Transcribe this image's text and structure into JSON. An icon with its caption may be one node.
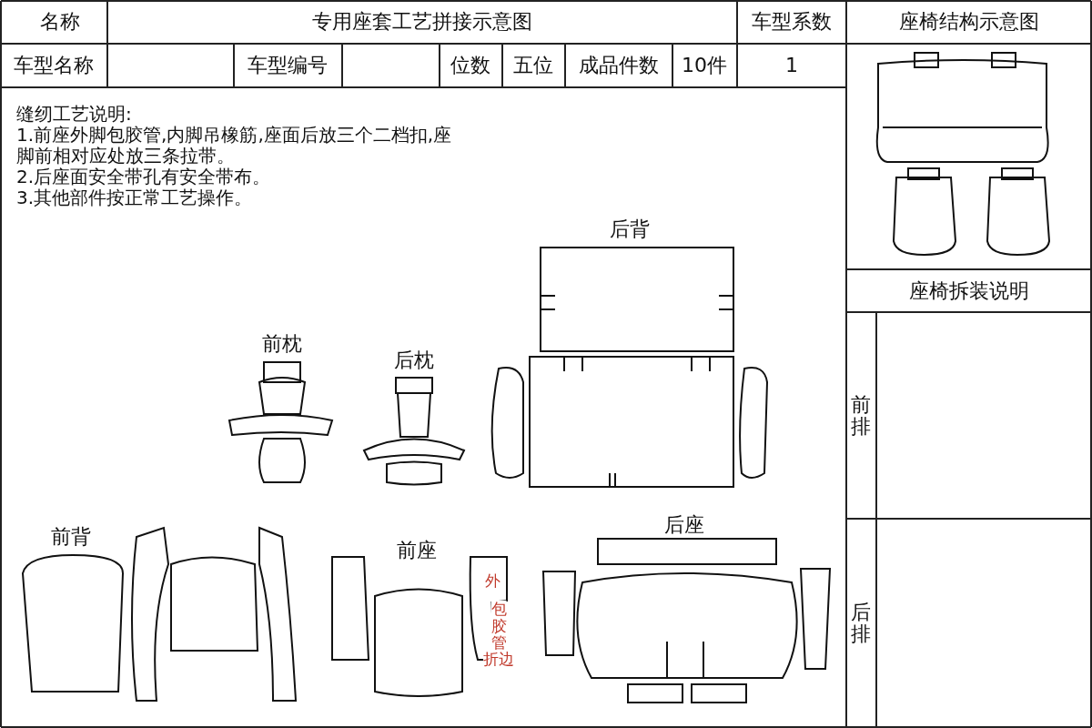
{
  "diagram": {
    "title": "专用座套工艺拼接示意图",
    "labels": [
      "名称",
      "车型系数",
      "座椅结构示意图",
      "车型名称",
      "车型编号",
      "位数",
      "五位",
      "成品件数",
      "10件",
      "1",
      "缝纫工艺说明:",
      "1.前座外脚包胶管,内脚吊橡筋,座面后放三个二档扣,座脚前相对应处放三条拉带。",
      "2.后座面安全带孔有安全带布。",
      "3.其他部件按正常工艺操作。",
      "后背",
      "座椅拆装说明",
      "前枕",
      "后枕",
      "前排",
      "前背",
      "后座",
      "前座",
      "外",
      "包胶管",
      "折边",
      "后排"
    ]
  }
}
